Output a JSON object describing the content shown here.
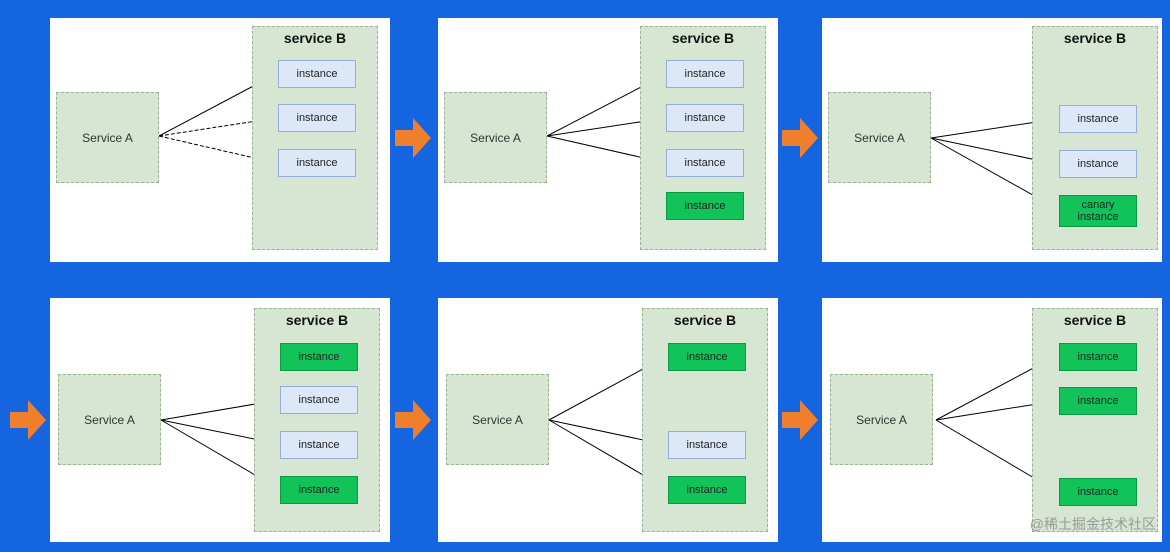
{
  "panels": [
    {
      "service_a": "Service A",
      "service_b": "service B",
      "instances": [
        {
          "label": "instance",
          "kind": "old"
        },
        {
          "label": "instance",
          "kind": "old"
        },
        {
          "label": "instance",
          "kind": "old"
        }
      ]
    },
    {
      "service_a": "Service A",
      "service_b": "service B",
      "instances": [
        {
          "label": "instance",
          "kind": "old"
        },
        {
          "label": "instance",
          "kind": "old"
        },
        {
          "label": "instance",
          "kind": "old"
        },
        {
          "label": "instance",
          "kind": "new"
        }
      ]
    },
    {
      "service_a": "Service A",
      "service_b": "service B",
      "instances": [
        {
          "label": "instance",
          "kind": "old"
        },
        {
          "label": "instance",
          "kind": "old"
        },
        {
          "label": "canary\ninstance",
          "kind": "new"
        }
      ]
    },
    {
      "service_a": "Service A",
      "service_b": "service B",
      "instances": [
        {
          "label": "instance",
          "kind": "new"
        },
        {
          "label": "instance",
          "kind": "old"
        },
        {
          "label": "instance",
          "kind": "old"
        },
        {
          "label": "instance",
          "kind": "new"
        }
      ]
    },
    {
      "service_a": "Service A",
      "service_b": "service B",
      "instances": [
        {
          "label": "instance",
          "kind": "new"
        },
        {
          "label": "instance",
          "kind": "old"
        },
        {
          "label": "instance",
          "kind": "new"
        }
      ]
    },
    {
      "service_a": "Service A",
      "service_b": "service B",
      "instances": [
        {
          "label": "instance",
          "kind": "new"
        },
        {
          "label": "instance",
          "kind": "new"
        },
        {
          "label": "instance",
          "kind": "new"
        }
      ]
    }
  ],
  "watermark": "@稀土掘金技术社区",
  "colors": {
    "background": "#1565e0",
    "arrow": "#f07f2d",
    "old_instance": "#dce8f8",
    "new_instance": "#12c35a",
    "service_box": "#d6e6d3"
  }
}
